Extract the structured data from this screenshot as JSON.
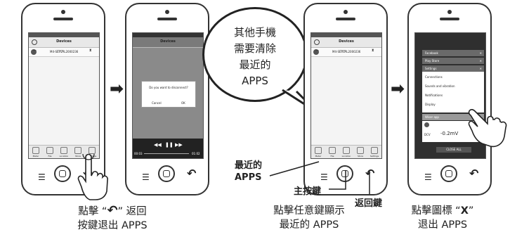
{
  "screen": {
    "devices_title": "Devices",
    "device_name": "M4-SERVAL2000236",
    "dialog_question": "Do you want to disconnect?",
    "dialog_cancel": "Cancel",
    "dialog_ok": "OK",
    "player_time_start": "00:03",
    "player_time_end": "01:02",
    "tabs": [
      "Meter",
      "File",
      "Location",
      "Store",
      "Settings"
    ]
  },
  "recents": {
    "cards": [
      "Facebook",
      "Play Store",
      "Settings"
    ],
    "settings_items": [
      "Connections",
      "Sounds and vibration",
      "Notifications",
      "Display"
    ],
    "app_card": "Wiser app",
    "reading": "-0.2mV",
    "reading_prefix": "DCV",
    "close_all": "CLOSE ALL"
  },
  "bubble_lines": [
    "其他手機",
    "需要清除",
    "最近的",
    "APPS"
  ],
  "labels": {
    "recent_apps_1": "最近的",
    "recent_apps_2": "APPS",
    "home_key": "主按鍵",
    "back_key": "返回鍵"
  },
  "captions": {
    "left_1a": "點擊 “",
    "left_1b": "” 返回",
    "left_2": "按鍵退出 APPS",
    "mid_1": "點擊任意鍵顯示",
    "mid_2": "最近的 APPS",
    "right_1a": "點擊圖標 “",
    "right_1x": "X",
    "right_1b": "”",
    "right_2": "退出 APPS"
  },
  "icons": {
    "back": "back-arrow-icon",
    "home": "home-button-icon",
    "recent": "recent-apps-icon",
    "next": "right-arrow-icon",
    "hand": "pointing-hand-icon",
    "close": "close-x-icon"
  }
}
